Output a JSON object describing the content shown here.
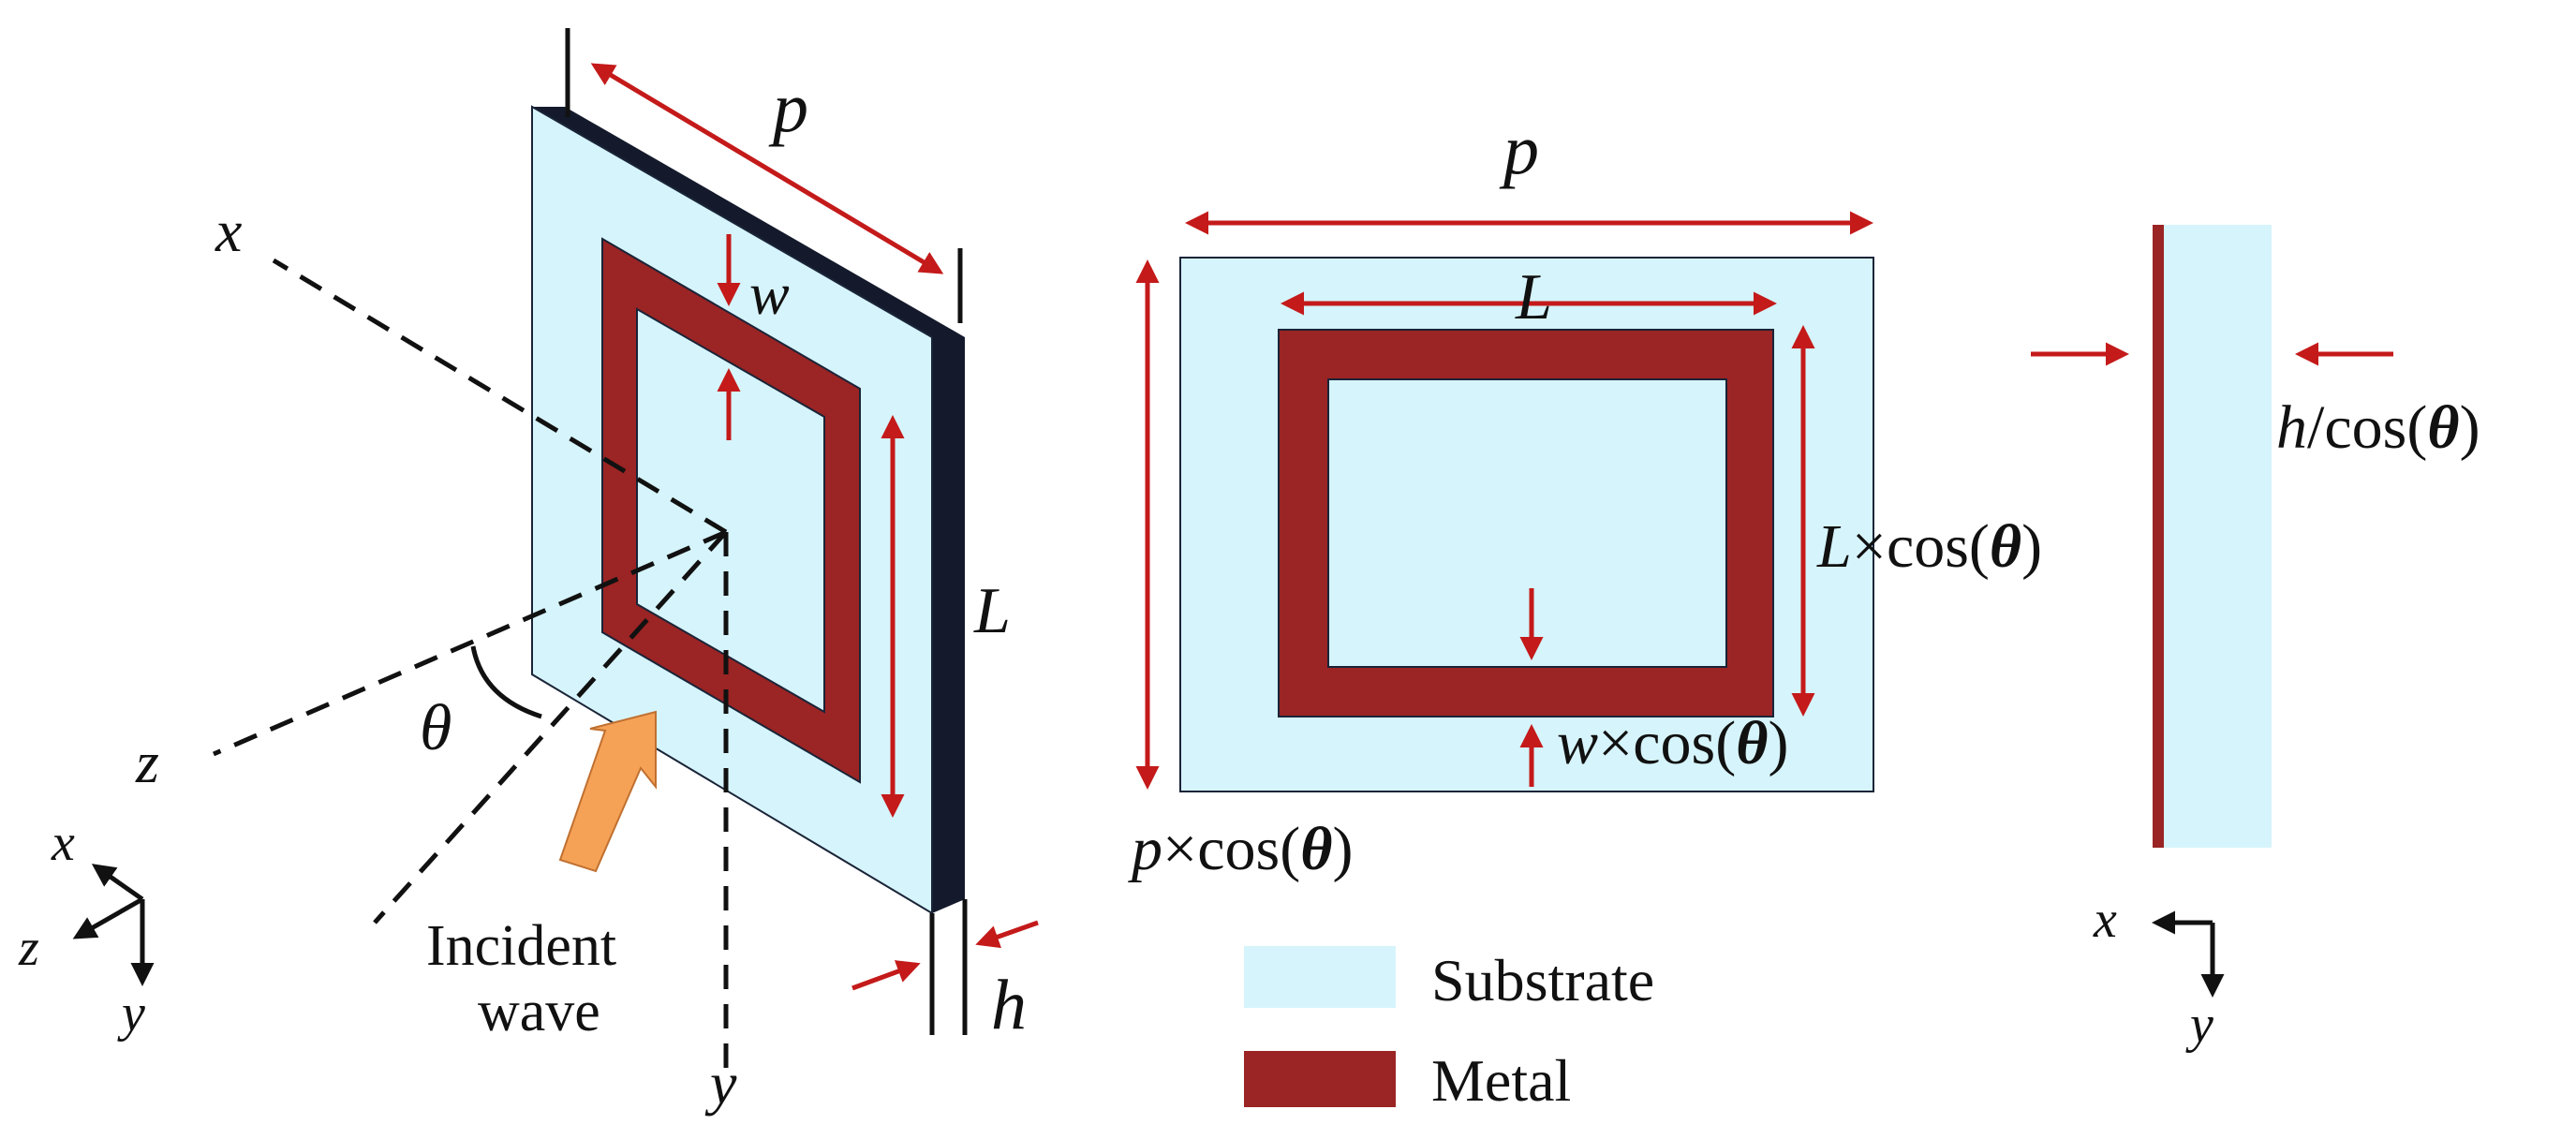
{
  "colors": {
    "substrate": "#d6f4fb",
    "metal": "#9b2424",
    "dark_edge": "#141a2c",
    "arrow_red": "#c41a1a",
    "incident_arrow": "#f5a257",
    "outline": "#1a2438"
  },
  "iso_view": {
    "label_p": "p",
    "label_w": "w",
    "label_L": "L",
    "label_h": "h",
    "axis_x": "x",
    "axis_y": "y",
    "axis_z": "z",
    "angle": "θ",
    "incident_line1": "Incident",
    "incident_line2": "wave",
    "triad": {
      "x": "x",
      "y": "y",
      "z": "z"
    }
  },
  "top_view": {
    "label_p": "p",
    "label_L": "L",
    "L_cos": {
      "var": "L",
      "op": "×cos(",
      "theta": "θ",
      "close": ")"
    },
    "w_cos": {
      "var": "w",
      "op": "×cos(",
      "theta": "θ",
      "close": ")"
    },
    "p_cos": {
      "var": "p",
      "op": "×cos(",
      "theta": "θ",
      "close": ")"
    }
  },
  "side_view": {
    "h_cos": {
      "var": "h",
      "op": "/cos(",
      "theta": "θ",
      "close": ")"
    },
    "triad": {
      "x": "x",
      "y": "y"
    }
  },
  "legend": {
    "items": [
      {
        "label": "Substrate"
      },
      {
        "label": "Metal"
      }
    ]
  }
}
